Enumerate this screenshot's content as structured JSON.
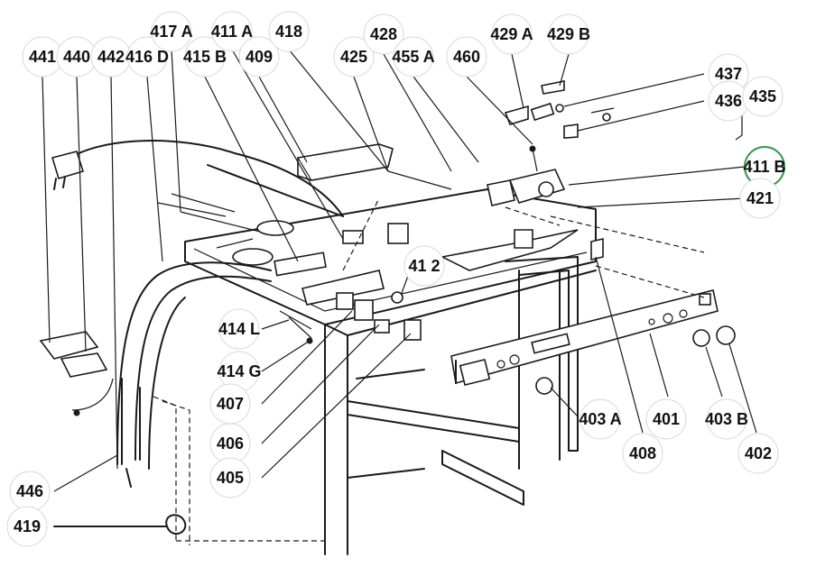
{
  "diagram": {
    "highlight_color": "#2e9b4a",
    "callouts": [
      {
        "id": "441",
        "label": "441"
      },
      {
        "id": "440",
        "label": "440"
      },
      {
        "id": "442",
        "label": "442"
      },
      {
        "id": "416d",
        "label": "416 D"
      },
      {
        "id": "417a",
        "label": "417 A"
      },
      {
        "id": "415b",
        "label": "415 B"
      },
      {
        "id": "411a",
        "label": "411 A"
      },
      {
        "id": "409",
        "label": "409"
      },
      {
        "id": "418",
        "label": "418"
      },
      {
        "id": "425",
        "label": "425"
      },
      {
        "id": "428",
        "label": "428"
      },
      {
        "id": "455a",
        "label": "455 A"
      },
      {
        "id": "460",
        "label": "460"
      },
      {
        "id": "429a",
        "label": "429 A"
      },
      {
        "id": "429b",
        "label": "429 B"
      },
      {
        "id": "437",
        "label": "437"
      },
      {
        "id": "436",
        "label": "436"
      },
      {
        "id": "435",
        "label": "435"
      },
      {
        "id": "411b",
        "label": "411 B",
        "highlighted": true
      },
      {
        "id": "421",
        "label": "421"
      },
      {
        "id": "412",
        "label": "41 2"
      },
      {
        "id": "414l",
        "label": "414 L"
      },
      {
        "id": "414g",
        "label": "414 G"
      },
      {
        "id": "407",
        "label": "407"
      },
      {
        "id": "406",
        "label": "406"
      },
      {
        "id": "405",
        "label": "405"
      },
      {
        "id": "403a",
        "label": "403 A"
      },
      {
        "id": "401",
        "label": "401"
      },
      {
        "id": "408",
        "label": "408"
      },
      {
        "id": "403b",
        "label": "403 B"
      },
      {
        "id": "402",
        "label": "402"
      },
      {
        "id": "446",
        "label": "446"
      },
      {
        "id": "419",
        "label": "419"
      }
    ]
  }
}
